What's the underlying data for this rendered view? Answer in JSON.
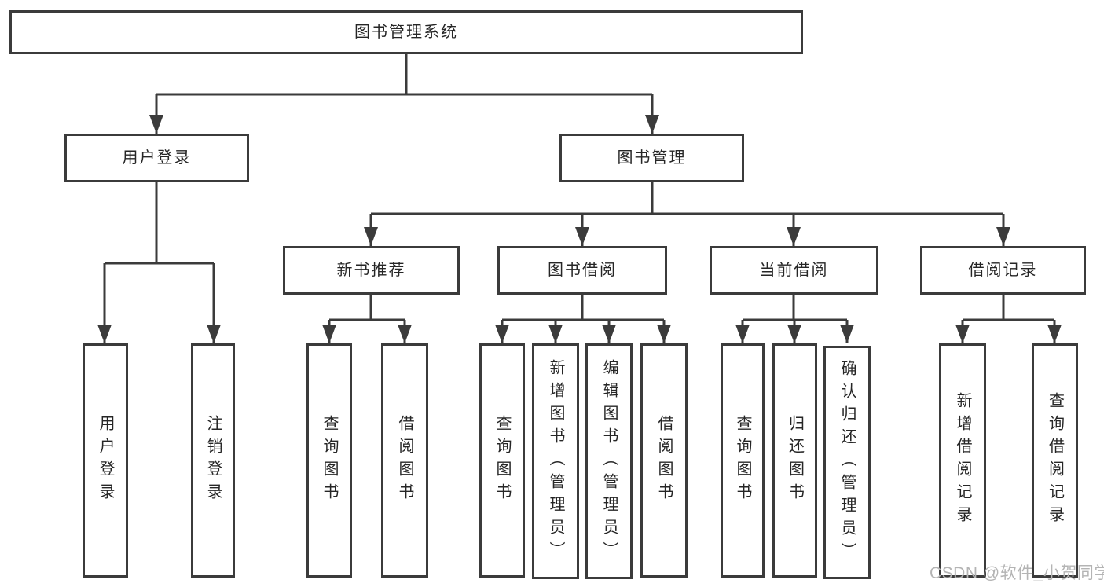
{
  "tree": {
    "root": "图书管理系统",
    "branches": [
      {
        "label": "用户登录",
        "leaves": [
          "用户登录",
          "注销登录"
        ]
      },
      {
        "label": "图书管理",
        "groups": [
          {
            "label": "新书推荐",
            "leaves": [
              "查询图书",
              "借阅图书"
            ]
          },
          {
            "label": "图书借阅",
            "leaves": [
              "查询图书",
              "新增图书（管理员）",
              "编辑图书（管理员）",
              "借阅图书"
            ]
          },
          {
            "label": "当前借阅",
            "leaves": [
              "查询图书",
              "归还图书",
              "确认归还（管理员）"
            ]
          },
          {
            "label": "借阅记录",
            "leaves": [
              "新增借阅记录",
              "查询借阅记录"
            ]
          }
        ]
      }
    ]
  },
  "watermark": "CSDN @软件_小贺同学",
  "colors": {
    "line": "#3b3b3b",
    "text": "#262626",
    "watermark": "#b4b4b4",
    "background": "#ffffff"
  }
}
